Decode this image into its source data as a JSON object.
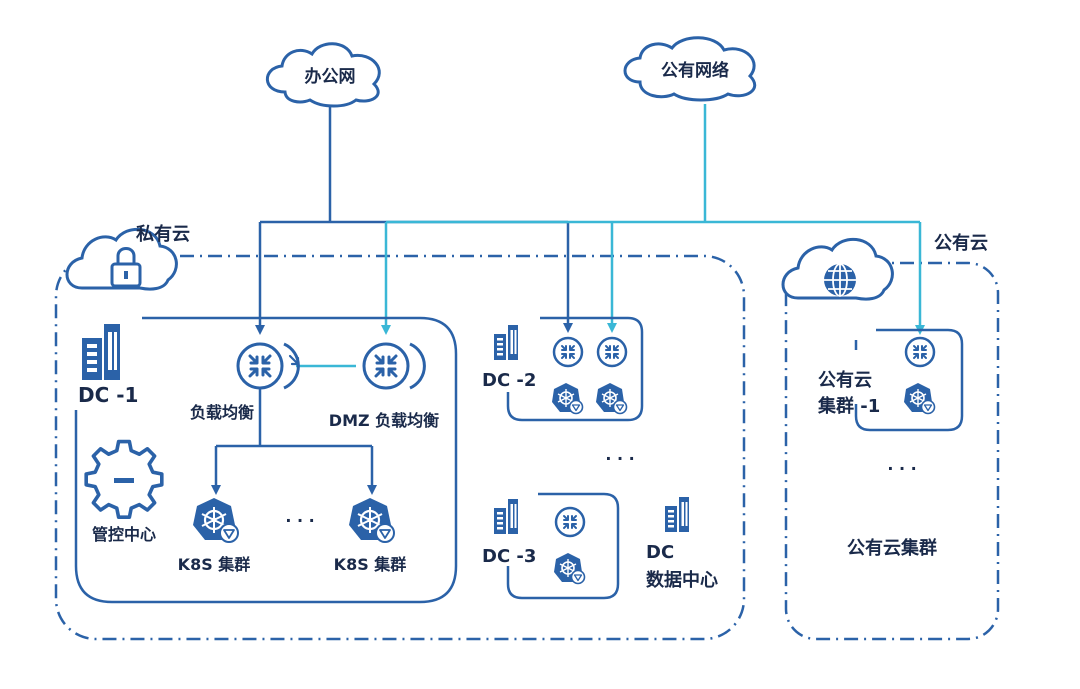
{
  "clouds": {
    "office": "办公网",
    "public_network": "公有网络"
  },
  "regions": {
    "private_cloud": "私有云",
    "public_cloud": "公有云"
  },
  "dc1": {
    "name": "DC -1",
    "lb_label": "负载均衡",
    "dmz_label": "DMZ 负载均衡",
    "mgmt_label": "管控中心",
    "k8s_a": "K8S 集群",
    "k8s_b": "K8S 集群",
    "ellipsis": "· · ·"
  },
  "dc2": {
    "name": "DC -2"
  },
  "dc3": {
    "name": "DC -3"
  },
  "dc_legend": {
    "line1": "DC",
    "line2": "数据中心"
  },
  "between_dcs": "· · ·",
  "public_cluster": {
    "line1": "公有云",
    "line2": "集群 -1",
    "ellipsis": "· · ·",
    "group_label": "公有云集群"
  },
  "colors": {
    "dark_blue": "#2b62a8",
    "light_blue": "#3ab7d6",
    "text": "#1a2a4a"
  }
}
